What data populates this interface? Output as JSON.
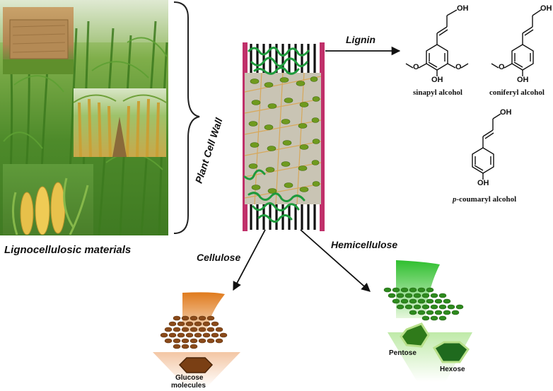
{
  "labels": {
    "lignocellulosic_materials": "Lignocellulosic materials",
    "plant_cell_wall": "Plant Cell Wall",
    "lignin": "Lignin",
    "cellulose": "Cellulose",
    "hemicellulose": "Hemicellulose"
  },
  "lignin_monomers": {
    "sinapyl": {
      "name": "sinapyl alcohol",
      "oh_top": "OH",
      "oh_bottom": "OH",
      "methoxy_left": "O",
      "methoxy_right": "O"
    },
    "coniferyl": {
      "name": "coniferyl alcohol",
      "oh_top": "OH",
      "oh_bottom": "OH",
      "methoxy_left": "O"
    },
    "coumaryl": {
      "name_prefix": "p",
      "name_rest": "-coumaryl alcohol",
      "oh_top": "OH",
      "oh_bottom": "OH"
    }
  },
  "products": {
    "glucose_line1": "Glucose",
    "glucose_line2": "molecules",
    "pentose": "Pentose",
    "hexose": "Hexose"
  },
  "colors": {
    "cell_wall_bar": "#c0306a",
    "lignin_strand": "#1e9a3c",
    "cellulose_brown": "#8a4a1a",
    "hemicellulose_green": "#2e8b1e",
    "leaf_green": "#6fa63c"
  }
}
